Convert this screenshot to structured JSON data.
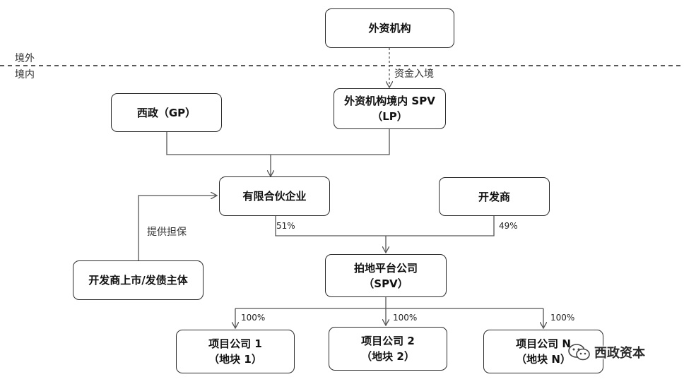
{
  "border": {
    "outside": "境外",
    "inside": "境内"
  },
  "nodes": {
    "foreign_institution": "外资机构",
    "foreign_spv_line1": "外资机构境内 SPV",
    "foreign_spv_line2": "（LP）",
    "gp": "西政（GP）",
    "partnership": "有限合伙企业",
    "developer": "开发商",
    "listed_entity": "开发商上市/发债主体",
    "platform_line1": "拍地平台公司",
    "platform_line2": "（SPV）",
    "project1_line1": "项目公司 1",
    "project1_line2": "（地块 1）",
    "project2_line1": "项目公司 2",
    "project2_line2": "（地块 2）",
    "projectN_line1": "项目公司 N",
    "projectN_line2": "（地块 N）"
  },
  "edges": {
    "capital_inflow": "资金入境",
    "guarantee": "提供担保",
    "partnership_share": "51%",
    "developer_share": "49%",
    "project1_share": "100%",
    "project2_share": "100%",
    "projectN_share": "100%"
  },
  "watermark": {
    "text": "西政资本",
    "icon": "wechat-icon"
  }
}
